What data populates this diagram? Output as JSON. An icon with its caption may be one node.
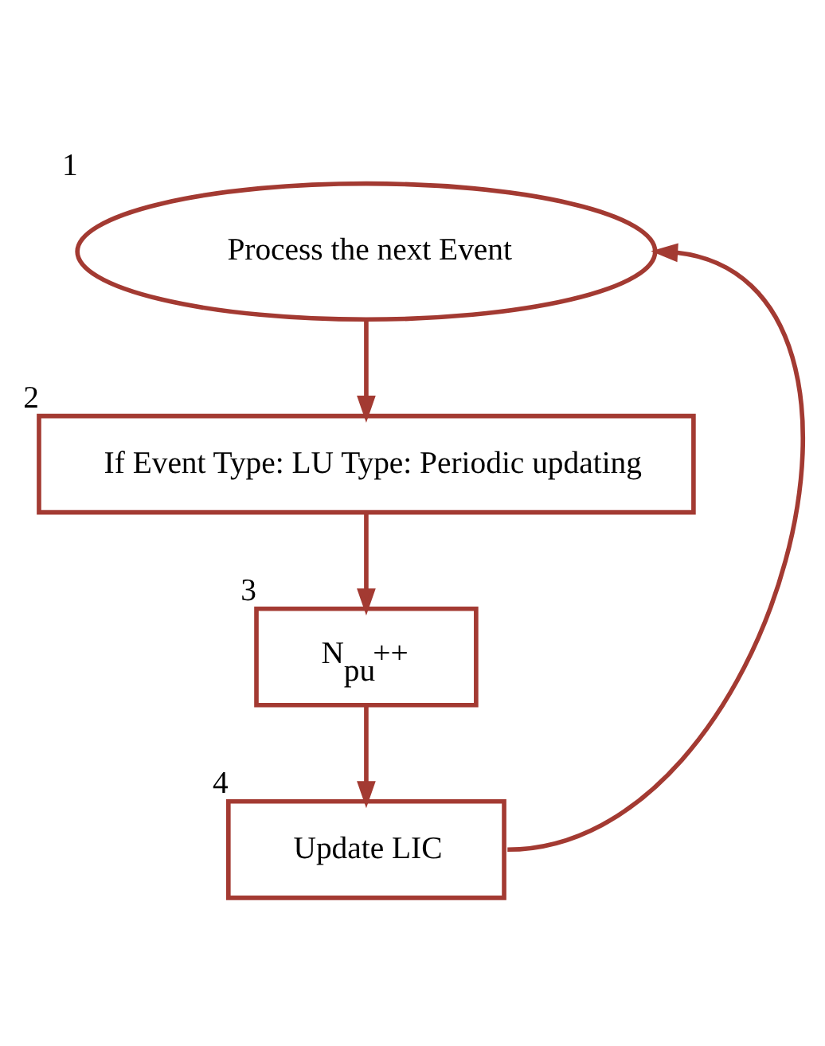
{
  "diagram": {
    "nodes": [
      {
        "text": [
          "Process the next Event"
        ],
        "beside": [
          "1"
        ]
      },
      {
        "text": [
          "If Event Type: LU Type: Periodic updating"
        ],
        "beside": [
          "2"
        ]
      },
      {
        "text": [
          "N$_{pu}$++"
        ],
        "beside": [
          "3"
        ]
      },
      {
        "text": [
          "Update LIC"
        ],
        "beside": [
          "4"
        ]
      }
    ],
    "edges": [
      {
        "from": 0,
        "to": 1,
        "arrow": "to"
      },
      {
        "from": 1,
        "to": 2,
        "arrow": "to"
      },
      {
        "from": 2,
        "to": 3,
        "arrow": "to"
      },
      {
        "from": 3,
        "to": 0,
        "arrow": "to"
      }
    ]
  }
}
